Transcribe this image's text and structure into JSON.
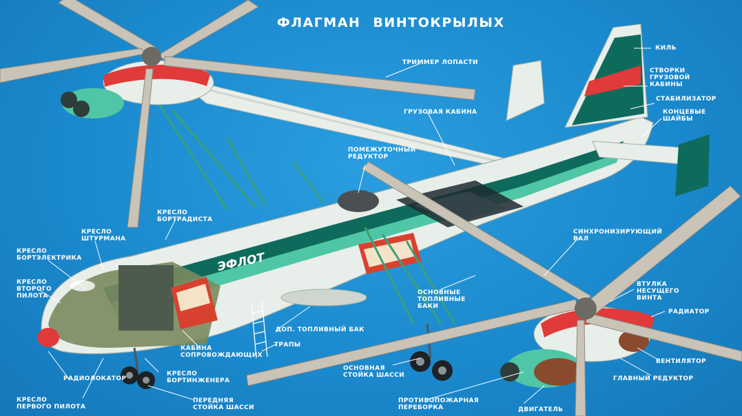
{
  "title": {
    "line1": "ФЛАГМАН",
    "line2": "ВИНТОКРЫЛЫХ"
  },
  "fuselage_text": "ЭФЛОТ",
  "colors": {
    "background": "#1f8fd0",
    "fuselage": "#e8eee9",
    "stripe": "#0e6b5c",
    "stripe_light": "#4fc6a6",
    "accent_red": "#e03a3a",
    "blade": "#c9c3b8",
    "strut": "#3aa07a",
    "label": "#ffffff"
  },
  "labels": {
    "trimmer": [
      "ТРИММЕР ЛОПАСТИ"
    ],
    "kil": [
      "КИЛЬ"
    ],
    "stvorki": [
      "СТВОРКИ",
      "ГРУЗОВОЙ",
      "КАБИНЫ"
    ],
    "stabilizator": [
      "СТАБИЛИЗАТОР"
    ],
    "koncevye": [
      "КОНЦЕВЫЕ",
      "ШАЙБЫ"
    ],
    "gruzovaya": [
      "ГРУЗОВАЯ КАБИНА"
    ],
    "promezhutochny": [
      "ПОМЕЖУТОЧНЫЙ",
      "РЕДУКТОР"
    ],
    "kreslo_bortradista": [
      "КРЕСЛО",
      "БОРТРАДИСТА"
    ],
    "kreslo_shturmana": [
      "КРЕСЛО",
      "ШТУРМАНА"
    ],
    "kreslo_bortelektrika": [
      "КРЕСЛО",
      "БОРТЭЛЕКТРИКА"
    ],
    "kreslo_vtorogo": [
      "КРЕСЛО",
      "ВТОРОГО",
      "ПИЛОТА"
    ],
    "sinhro_val": [
      "СИНХРОНИЗИРУЮЩИЙ",
      "ВАЛ"
    ],
    "vtulka": [
      "ВТУЛКА",
      "НЕСУЩЕГО",
      "ВИНТА"
    ],
    "radiator": [
      "РАДИАТОР"
    ],
    "osnovnye_baki": [
      "ОСНОВНЫЕ",
      "ТОПЛИВНЫЕ",
      "БАКИ"
    ],
    "dop_bak": [
      "ДОП. ТОПЛИВНЫЙ БАК"
    ],
    "trapy": [
      "ТРАПЫ"
    ],
    "kabina_soprov": [
      "КАБИНА",
      "СОПРОВОЖДАЮЩИХ"
    ],
    "kreslo_bortinzh": [
      "КРЕСЛО",
      "БОРТИНЖЕНЕРА"
    ],
    "radiolokator": [
      "РАДИОЛОКАТОР"
    ],
    "kreslo_pervogo": [
      "КРЕСЛО",
      "ПЕРВОГО ПИЛОТА"
    ],
    "perednyaya": [
      "ПЕРЕДНЯЯ",
      "СТОЙКА ШАССИ"
    ],
    "osnovnaya_stoyka": [
      "ОСНОВНАЯ",
      "СТОЙКА ШАССИ"
    ],
    "protivopozh": [
      "ПРОТИВОПОЖАРНАЯ",
      "ПЕРЕБОРКА"
    ],
    "dvigatel": [
      "ДВИГАТЕЛЬ"
    ],
    "ventilyator": [
      "ВЕНТИЛЯТОР"
    ],
    "glavny_reduktor": [
      "ГЛАВНЫЙ РЕДУКТОР"
    ]
  }
}
